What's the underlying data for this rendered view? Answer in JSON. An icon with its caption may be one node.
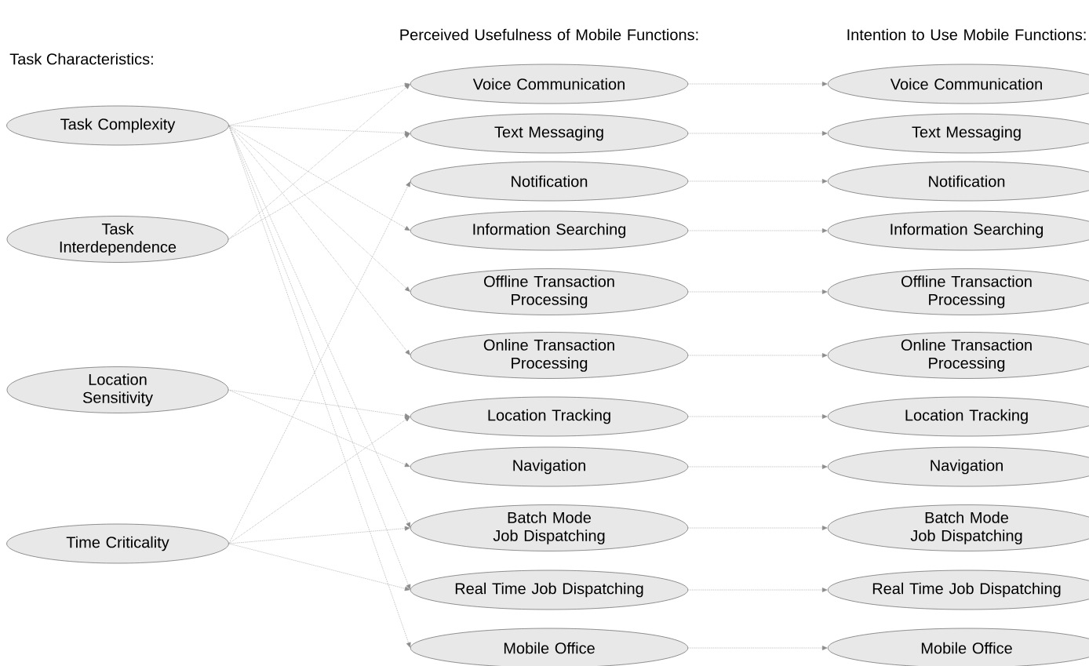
{
  "diagram": {
    "nodes": [
      {
        "text": [
          "Task Complexity"
        ]
      },
      {
        "text": [
          "Task Interdependence"
        ]
      },
      {
        "text": [
          "Location Sensitivity"
        ]
      },
      {
        "text": [
          "Time Criticality"
        ]
      },
      {
        "text": [
          "Voice Communication"
        ]
      },
      {
        "text": [
          "Text Messaging"
        ]
      },
      {
        "text": [
          "Notification"
        ]
      },
      {
        "text": [
          "Information Searching"
        ]
      },
      {
        "text": [
          "Offline Transaction Processing"
        ]
      },
      {
        "text": [
          "Online Transaction Processing"
        ]
      },
      {
        "text": [
          "Location Tracking"
        ]
      },
      {
        "text": [
          "Navigation"
        ]
      },
      {
        "text": [
          "Batch Mode Job Dispatching"
        ]
      },
      {
        "text": [
          "Real Time Job Dispatching"
        ]
      },
      {
        "text": [
          "Mobile Office"
        ]
      },
      {
        "text": [
          "Voice Communication"
        ]
      },
      {
        "text": [
          "Text Messaging"
        ]
      },
      {
        "text": [
          "Notification"
        ]
      },
      {
        "text": [
          "Information Searching"
        ]
      },
      {
        "text": [
          "Offline Transaction Processing"
        ]
      },
      {
        "text": [
          "Online Transaction Processing"
        ]
      },
      {
        "text": [
          "Location Tracking"
        ]
      },
      {
        "text": [
          "Navigation"
        ]
      },
      {
        "text": [
          "Batch Mode Job Dispatching"
        ]
      },
      {
        "text": [
          "Real Time Job Dispatching"
        ]
      },
      {
        "text": [
          "Mobile Office"
        ]
      }
    ],
    "edges": [
      {
        "from": 0,
        "to": 4,
        "arrow": "to"
      },
      {
        "from": 0,
        "to": 5,
        "arrow": "to"
      },
      {
        "from": 0,
        "to": 7,
        "arrow": "to"
      },
      {
        "from": 0,
        "to": 8,
        "arrow": "to"
      },
      {
        "from": 0,
        "to": 9,
        "arrow": "to"
      },
      {
        "from": 0,
        "to": 12,
        "arrow": "to"
      },
      {
        "from": 0,
        "to": 13,
        "arrow": "to"
      },
      {
        "from": 0,
        "to": 14,
        "arrow": "to"
      },
      {
        "from": 1,
        "to": 4,
        "arrow": "to"
      },
      {
        "from": 1,
        "to": 5,
        "arrow": "to"
      },
      {
        "from": 2,
        "to": 10,
        "arrow": "to"
      },
      {
        "from": 2,
        "to": 11,
        "arrow": "to"
      },
      {
        "from": 3,
        "to": 6,
        "arrow": "to"
      },
      {
        "from": 3,
        "to": 10,
        "arrow": "to"
      },
      {
        "from": 3,
        "to": 12,
        "arrow": "to"
      },
      {
        "from": 3,
        "to": 13,
        "arrow": "to"
      },
      {
        "from": 4,
        "to": 15,
        "arrow": "to"
      },
      {
        "from": 5,
        "to": 16,
        "arrow": "to"
      },
      {
        "from": 6,
        "to": 17,
        "arrow": "to"
      },
      {
        "from": 7,
        "to": 18,
        "arrow": "to"
      },
      {
        "from": 8,
        "to": 19,
        "arrow": "to"
      },
      {
        "from": 9,
        "to": 20,
        "arrow": "to"
      },
      {
        "from": 10,
        "to": 21,
        "arrow": "to"
      },
      {
        "from": 11,
        "to": 22,
        "arrow": "to"
      },
      {
        "from": 12,
        "to": 23,
        "arrow": "to"
      },
      {
        "from": 13,
        "to": 24,
        "arrow": "to"
      },
      {
        "from": 14,
        "to": 25,
        "arrow": "to"
      }
    ],
    "labels": [
      "Task Characteristics:",
      "Perceived Usefulness of Mobile Functions:",
      "Intention to Use Mobile Functions:"
    ]
  }
}
